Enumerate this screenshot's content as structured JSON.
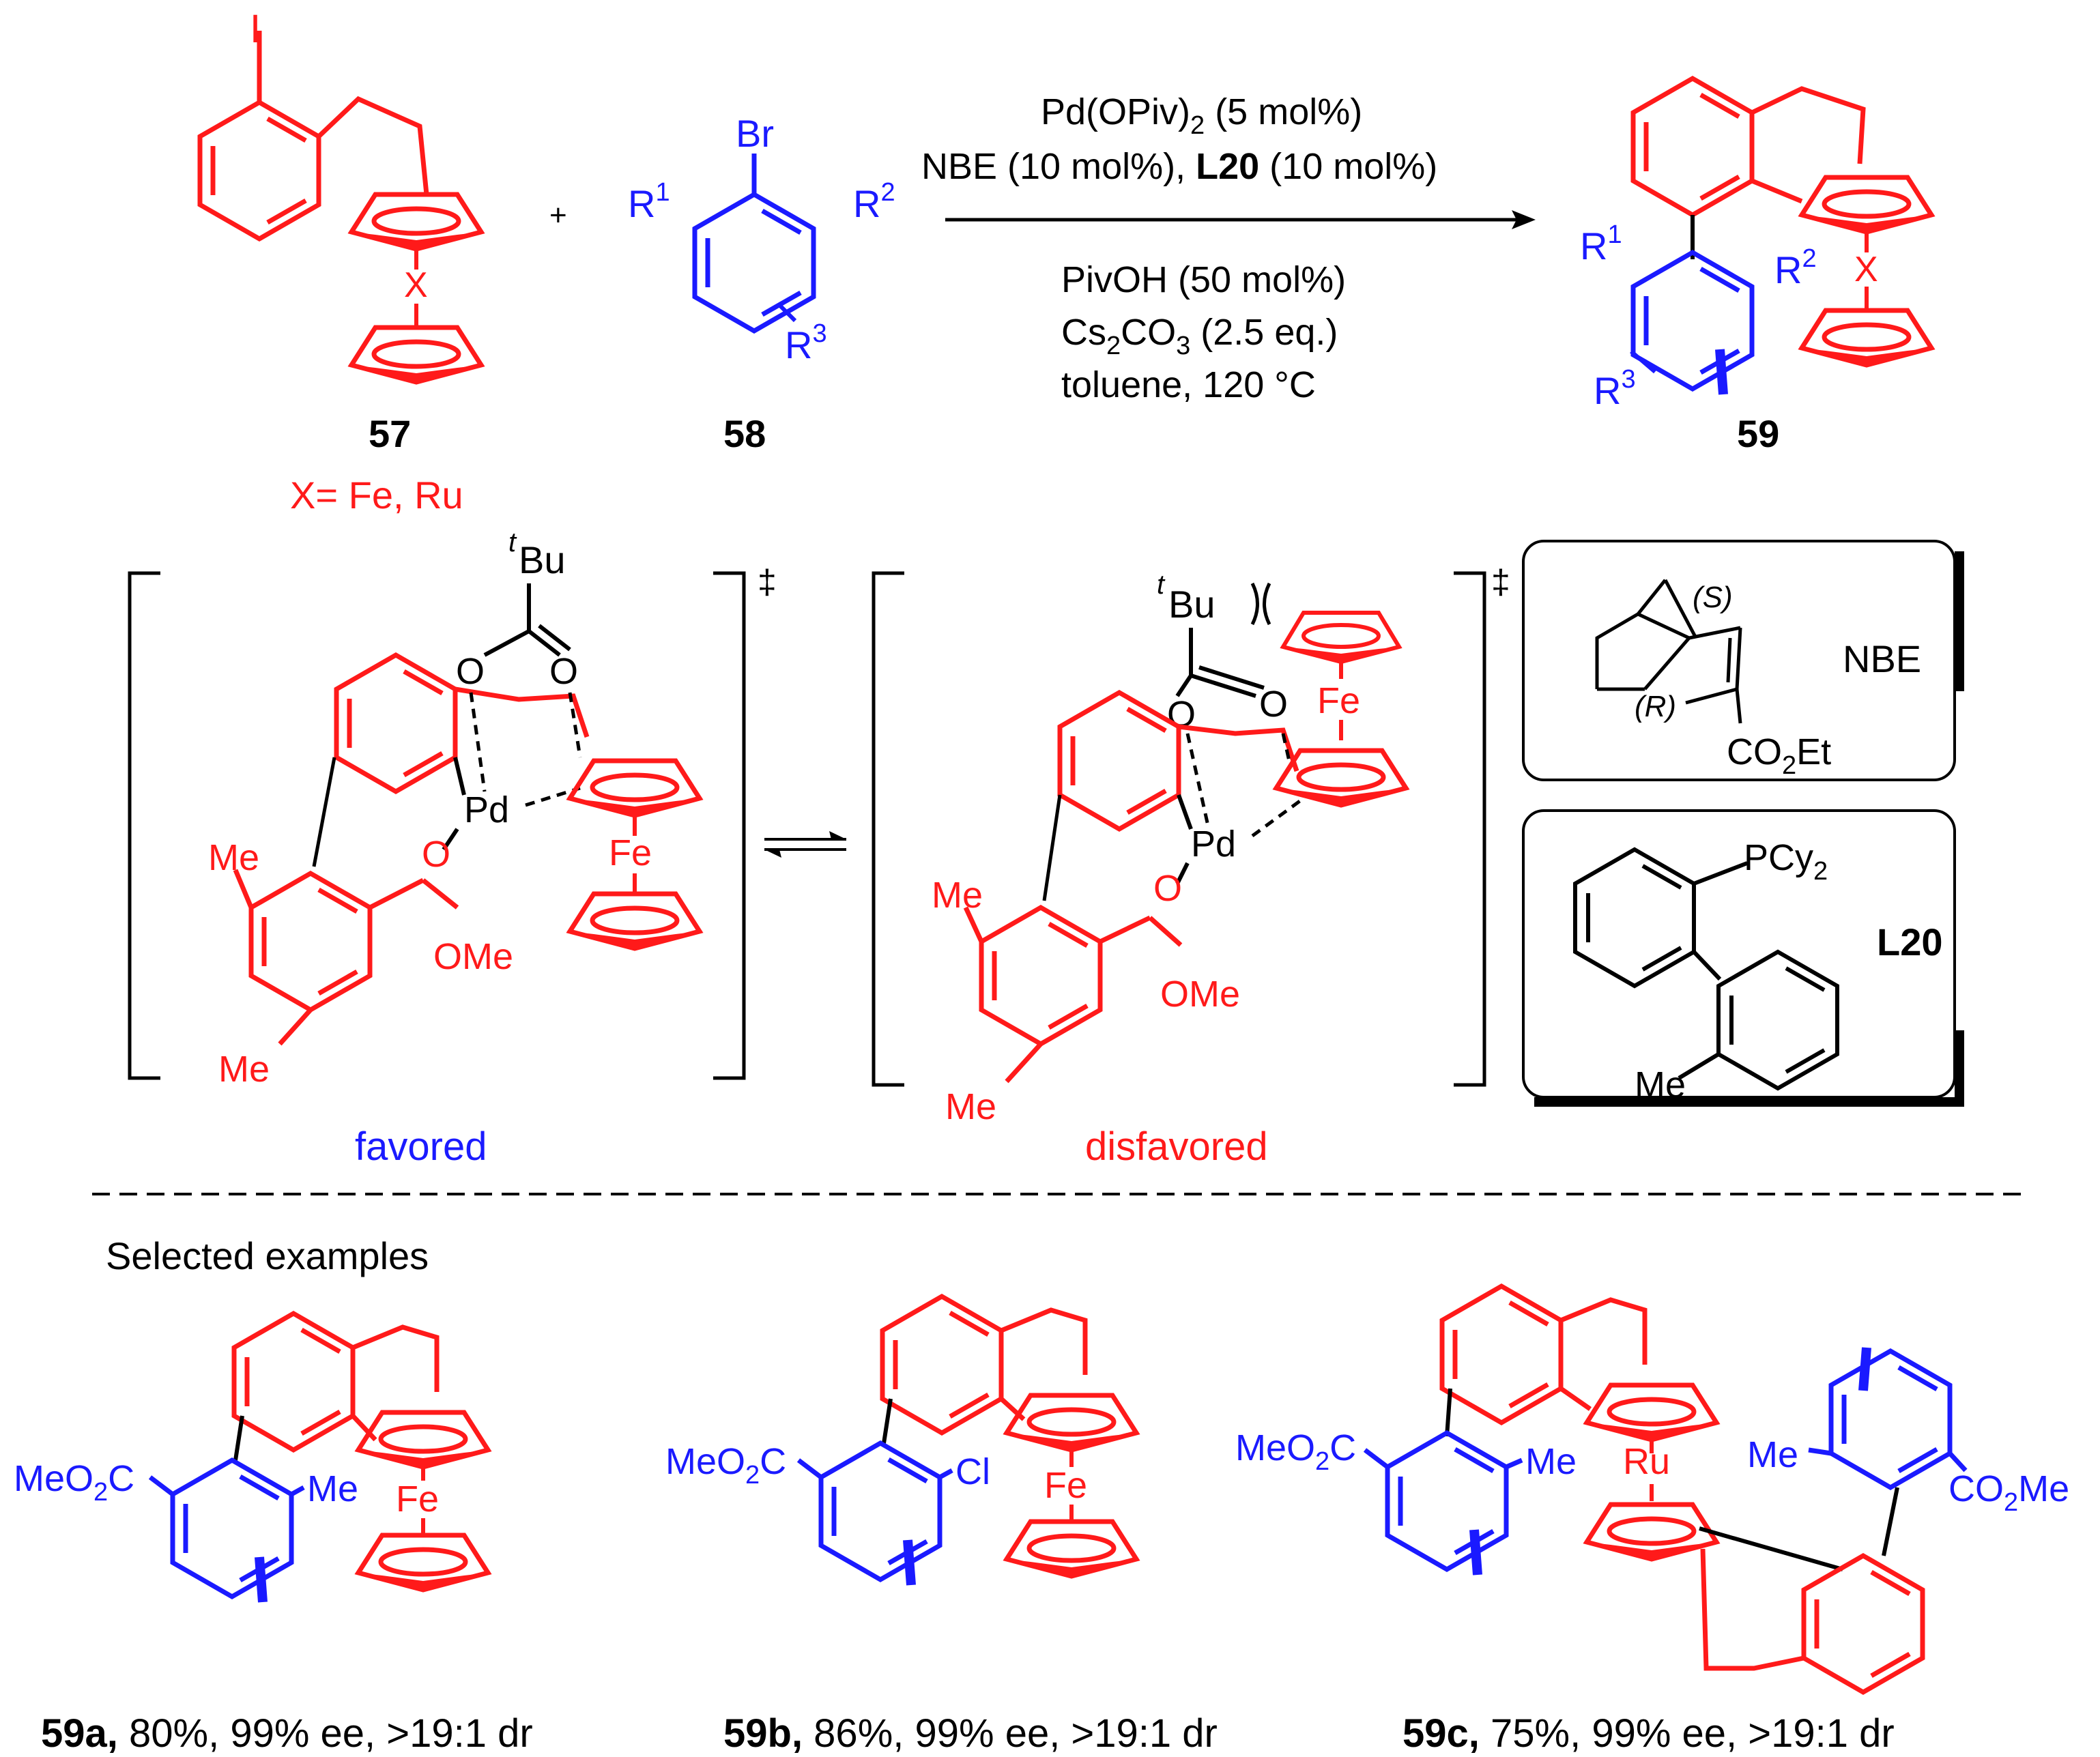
{
  "colors": {
    "red": "#ff1a1a",
    "blue": "#1a1aff",
    "black": "#000000"
  },
  "reaction": {
    "reagent_57": {
      "X": "X",
      "I": "I",
      "label": "57",
      "note": "X= Fe, Ru"
    },
    "reagent_58": {
      "Br": "Br",
      "R1": "R",
      "R1_sup": "1",
      "R2": "R",
      "R2_sup": "2",
      "R3": "R",
      "R3_sup": "3",
      "label": "58"
    },
    "plus": "+",
    "conditions": {
      "line1_main": "Pd(OPiv)",
      "line1_sub": "2",
      "line1_tail": " (5 mol%)",
      "line2_a": "NBE (10 mol%), ",
      "line2_bold": "L20",
      "line2_b": " (10 mol%)",
      "line3": "PivOH (50 mol%)",
      "line4_main": "Cs",
      "line4_sub1": "2",
      "line4_mid": "CO",
      "line4_sub2": "3",
      "line4_tail": " (2.5 eq.)",
      "line5": "toluene, 120 °C"
    },
    "product_59": {
      "R1": "R",
      "R1_sup": "1",
      "R2": "R",
      "R2_sup": "2",
      "R3": "R",
      "R3_sup": "3",
      "X": "X",
      "label": "59"
    }
  },
  "transition_states": {
    "favored": {
      "tBu_t": "t",
      "tBu": "Bu",
      "O1": "O",
      "O2": "O",
      "Pd": "Pd",
      "Fe": "Fe",
      "O3": "O",
      "OMe": "OMe",
      "Me1": "Me",
      "Me2": "Me",
      "dagger": "‡",
      "caption": "favored"
    },
    "disfavored": {
      "tBu_t": "t",
      "tBu": "Bu",
      "O1": "O",
      "O2": "O",
      "Pd": "Pd",
      "Fe": "Fe",
      "O3": "O",
      "OMe": "OMe",
      "Me1": "Me",
      "Me2": "Me",
      "dagger": "‡",
      "caption": "disfavored"
    },
    "nbe_box": {
      "S": "(S)",
      "R": "(R)",
      "label": "NBE",
      "ester_a": "CO",
      "ester_sub": "2",
      "ester_b": "Et"
    },
    "l20_box": {
      "P_main": "PCy",
      "P_sub": "2",
      "label": "L20",
      "Me": "Me"
    }
  },
  "examples": {
    "heading": "Selected examples",
    "items": [
      {
        "id": "59a,",
        "text": " 80%, 99% ee, >19:1 dr",
        "sub_left": "MeO",
        "sub_left_2": "2",
        "sub_left_3": "C",
        "sub_right": "Me",
        "metal": "Fe"
      },
      {
        "id": "59b,",
        "text": " 86%, 99% ee, >19:1 dr",
        "sub_left": "MeO",
        "sub_left_2": "2",
        "sub_left_3": "C",
        "sub_right": "Cl",
        "metal": "Fe"
      },
      {
        "id": "59c,",
        "text": " 75%, 99% ee, >19:1 dr",
        "sub_left": "MeO",
        "sub_left_2": "2",
        "sub_left_3": "C",
        "sub_right": "Me",
        "metal": "Ru",
        "me2": "Me",
        "ester2_a": "CO",
        "ester2_sub": "2",
        "ester2_b": "Me"
      }
    ]
  }
}
